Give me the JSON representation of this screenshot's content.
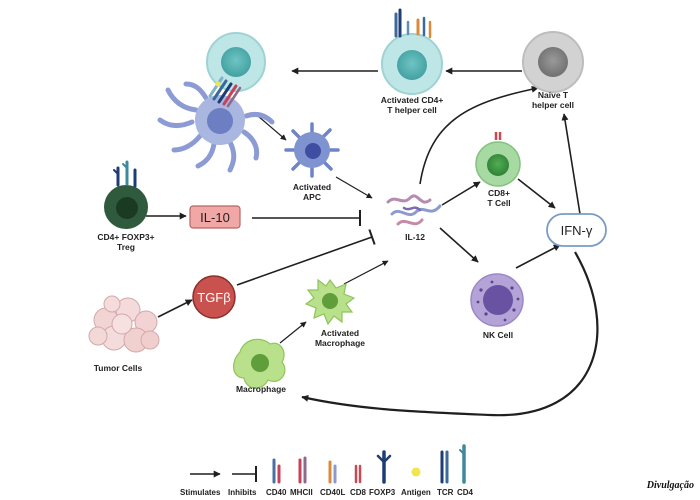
{
  "cells": {
    "activated_cd4": [
      "Activated CD4+",
      "T helper cell"
    ],
    "naive_t": [
      "Naive T",
      "helper cell"
    ],
    "activated_apc": [
      "Activated",
      "APC"
    ],
    "treg": [
      "CD4+ FOXP3+",
      "Treg"
    ],
    "cd8": [
      "CD8+",
      "T Cell"
    ],
    "nk": "NK Cell",
    "tumor": "Tumor Cells",
    "activated_macrophage": [
      "Activated",
      "Macrophage"
    ],
    "macrophage": "Macrophage"
  },
  "cytokines": {
    "il10": "IL-10",
    "il12": "IL-12",
    "tgfb": "TGFβ",
    "ifng": "IFN-γ"
  },
  "legend": {
    "stimulates": "Stimulates",
    "inhibits": "Inhibits",
    "cd40": "CD40",
    "mhcii": "MHCII",
    "cd40l": "CD40L",
    "cd8": "CD8",
    "foxp3": "FOXP3",
    "antigen": "Antigen",
    "tcr": "TCR",
    "cd4": "CD4"
  },
  "credit": "Divulgação",
  "colors": {
    "arrow": "#1f1f1f",
    "cd4_cell": "#bfe6e6",
    "apc_cell": "#a9b6e0",
    "treg_cell": "#2f5a3c",
    "cd8_cell": "#9fd39a",
    "nk_cell": "#9d87c9",
    "naive_cell": "#d2d2d2",
    "macrophage_cell": "#b9e08a",
    "il10_box": "#f0a7a6",
    "tgfb_circle": "#c9524e",
    "ifng_border": "#7a9bc9"
  }
}
